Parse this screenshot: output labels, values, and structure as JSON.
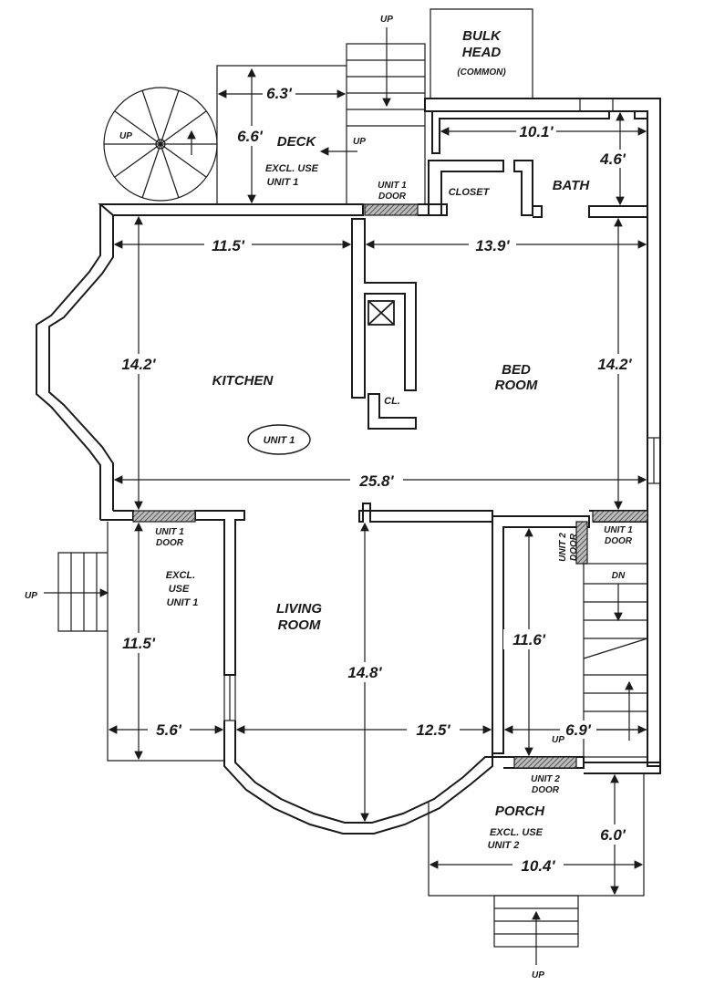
{
  "rooms": {
    "kitchen": "KITCHEN",
    "bedroom_line1": "BED",
    "bedroom_line2": "ROOM",
    "living_line1": "LIVING",
    "living_line2": "ROOM",
    "closet": "CLOSET",
    "bath": "BATH",
    "small_closet": "CL.",
    "deck": "DECK",
    "porch": "PORCH",
    "bulkhead_line1": "BULK",
    "bulkhead_line2": "HEAD",
    "bulkhead_line3": "(COMMON)"
  },
  "unit_badge": "UNIT 1",
  "notes": {
    "deck_excl_line1": "EXCL. USE",
    "deck_excl_line2": "UNIT 1",
    "side_excl_line1": "EXCL.",
    "side_excl_line2": "USE",
    "side_excl_line3": "UNIT 1",
    "porch_excl_line1": "EXCL. USE",
    "porch_excl_line2": "UNIT 2"
  },
  "doors": {
    "unit1_top_line1": "UNIT 1",
    "unit1_top_line2": "DOOR",
    "unit1_left_line1": "UNIT 1",
    "unit1_left_line2": "DOOR",
    "unit1_right_line1": "UNIT 1",
    "unit1_right_line2": "DOOR",
    "unit2_vertical_line1": "UNIT 2",
    "unit2_vertical_line2": "DOOR",
    "unit2_bottom_line1": "UNIT 2",
    "unit2_bottom_line2": "DOOR"
  },
  "stairs": {
    "up_top": "UP",
    "up_deck": "UP",
    "up_spiral": "UP",
    "up_left": "UP",
    "down_rear": "DN",
    "up_rear": "UP",
    "up_bottom": "UP"
  },
  "dimensions": {
    "deck_width": "6.3'",
    "deck_depth": "6.6'",
    "bath_width": "10.1'",
    "bath_depth": "4.6'",
    "kitchen_width": "11.5'",
    "bedroom_width": "13.9'",
    "kitchen_depth": "14.2'",
    "bedroom_depth": "14.2'",
    "overall_width": "25.8'",
    "side_depth": "11.5'",
    "side_width": "5.6'",
    "living_depth": "14.8'",
    "living_width": "12.5'",
    "stair_depth": "11.6'",
    "stair_width": "6.9'",
    "porch_depth": "6.0'",
    "porch_width": "10.4'"
  }
}
